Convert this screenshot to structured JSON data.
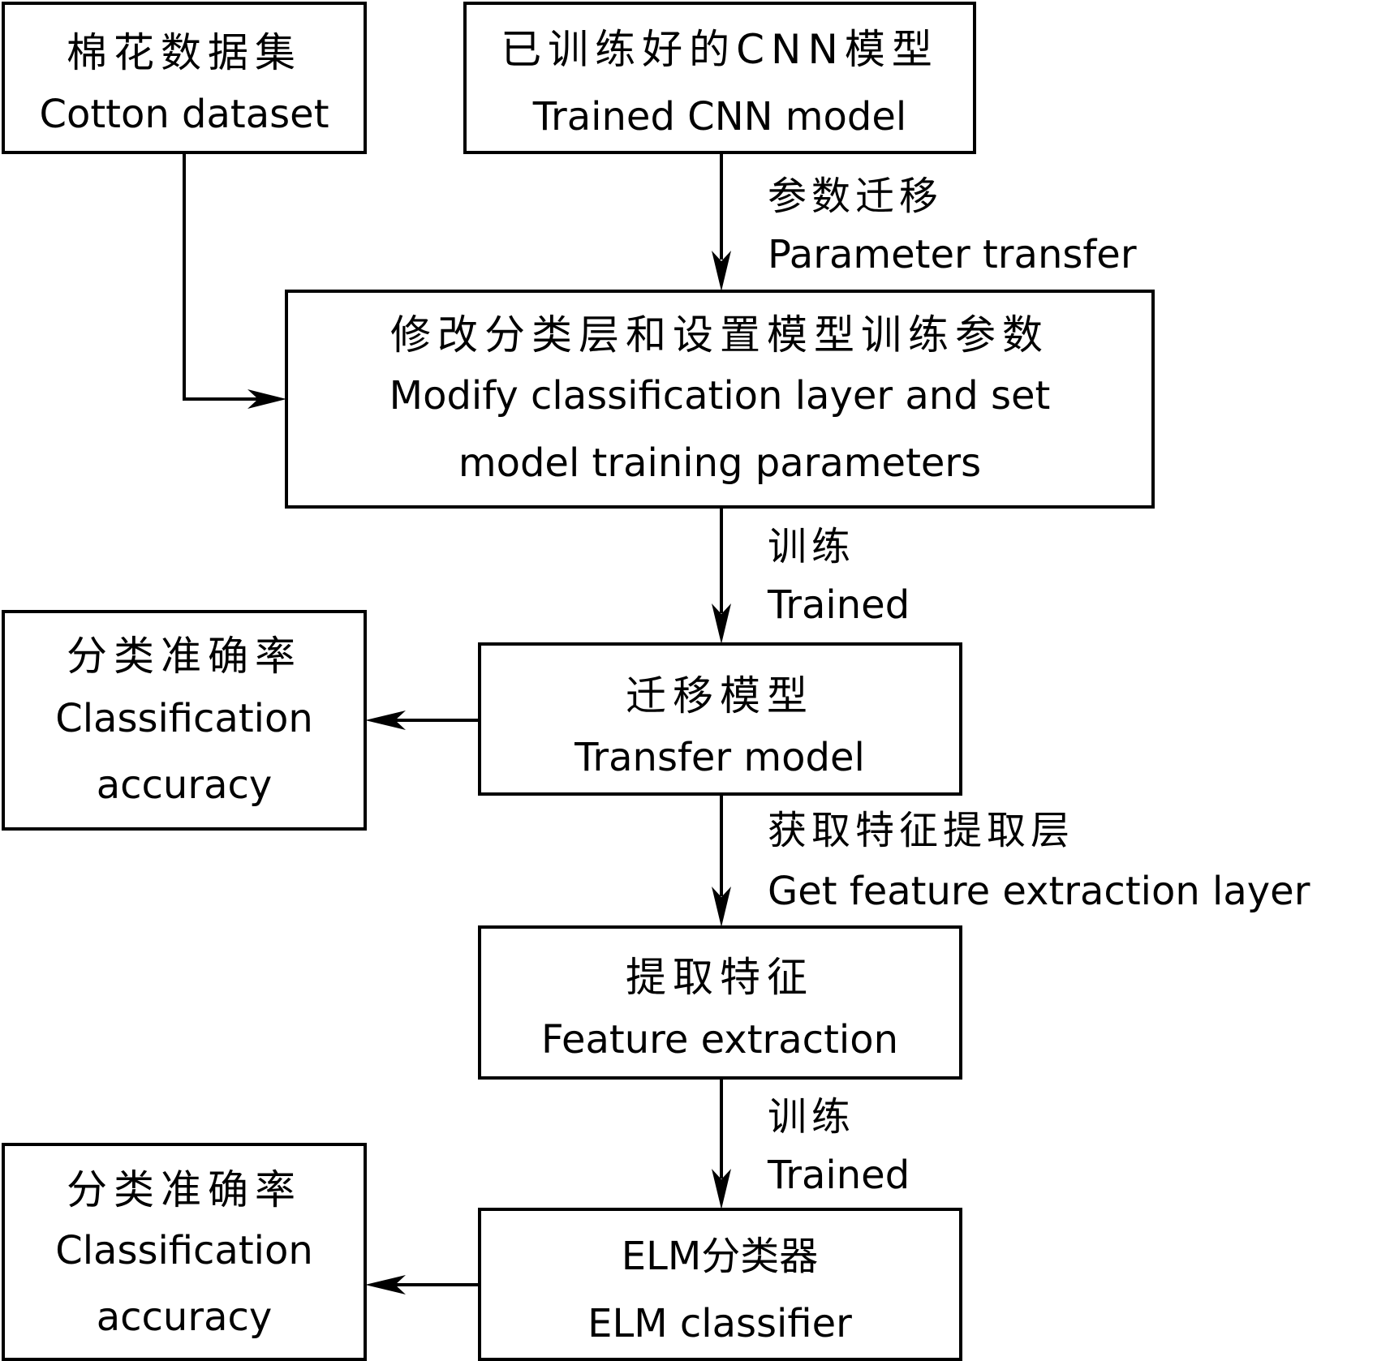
{
  "nodes": {
    "cotton_dataset": {
      "zh": "棉花数据集",
      "en": "Cotton dataset"
    },
    "trained_cnn": {
      "zh": "已训练好的CNN模型",
      "en": "Trained CNN model"
    },
    "modify_layer": {
      "zh": "修改分类层和设置模型训练参数",
      "en_line1": "Modify classification layer and set",
      "en_line2": "model training parameters"
    },
    "transfer_model": {
      "zh": "迁移模型",
      "en": "Transfer model"
    },
    "accuracy_1": {
      "zh": "分类准确率",
      "en_line1": "Classification",
      "en_line2": "accuracy"
    },
    "feature_extraction": {
      "zh": "提取特征",
      "en": "Feature extraction"
    },
    "elm_classifier": {
      "zh": "ELM分类器",
      "en": "ELM classifier"
    },
    "accuracy_2": {
      "zh": "分类准确率",
      "en_line1": "Classification",
      "en_line2": "accuracy"
    }
  },
  "edges": {
    "parameter_transfer": {
      "zh": "参数迁移",
      "en": "Parameter transfer"
    },
    "trained_1": {
      "zh": "训练",
      "en": "Trained"
    },
    "get_feature_layer": {
      "zh": "获取特征提取层",
      "en": "Get feature extraction layer"
    },
    "trained_2": {
      "zh": "训练",
      "en": "Trained"
    }
  }
}
